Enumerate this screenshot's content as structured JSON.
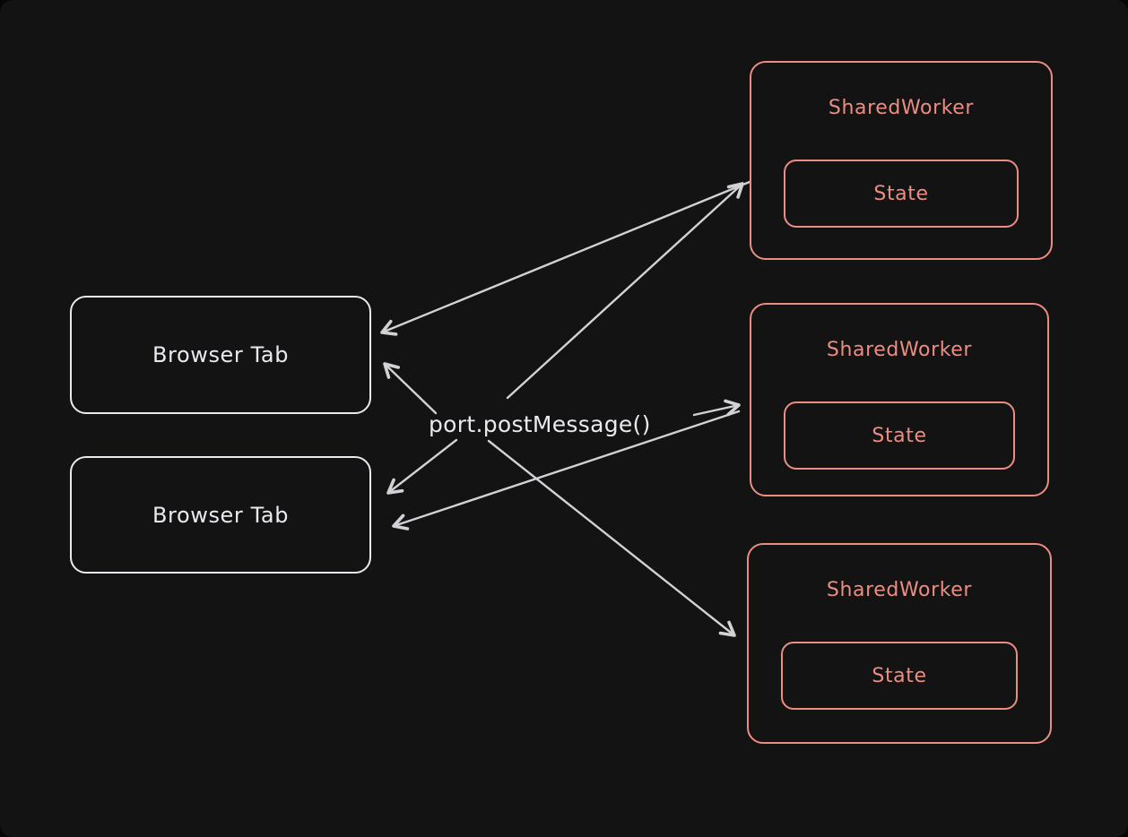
{
  "diagram": {
    "colors": {
      "bg": "#131313",
      "light": "#e9e9ef",
      "accent": "#ec8d82",
      "arrow": "#d2d2d6"
    },
    "center_label": "port.postMessage()",
    "browser_tabs": [
      {
        "label": "Browser Tab"
      },
      {
        "label": "Browser Tab"
      }
    ],
    "workers": [
      {
        "title": "SharedWorker",
        "state_label": "State"
      },
      {
        "title": "SharedWorker",
        "state_label": "State"
      },
      {
        "title": "SharedWorker",
        "state_label": "State"
      }
    ]
  }
}
